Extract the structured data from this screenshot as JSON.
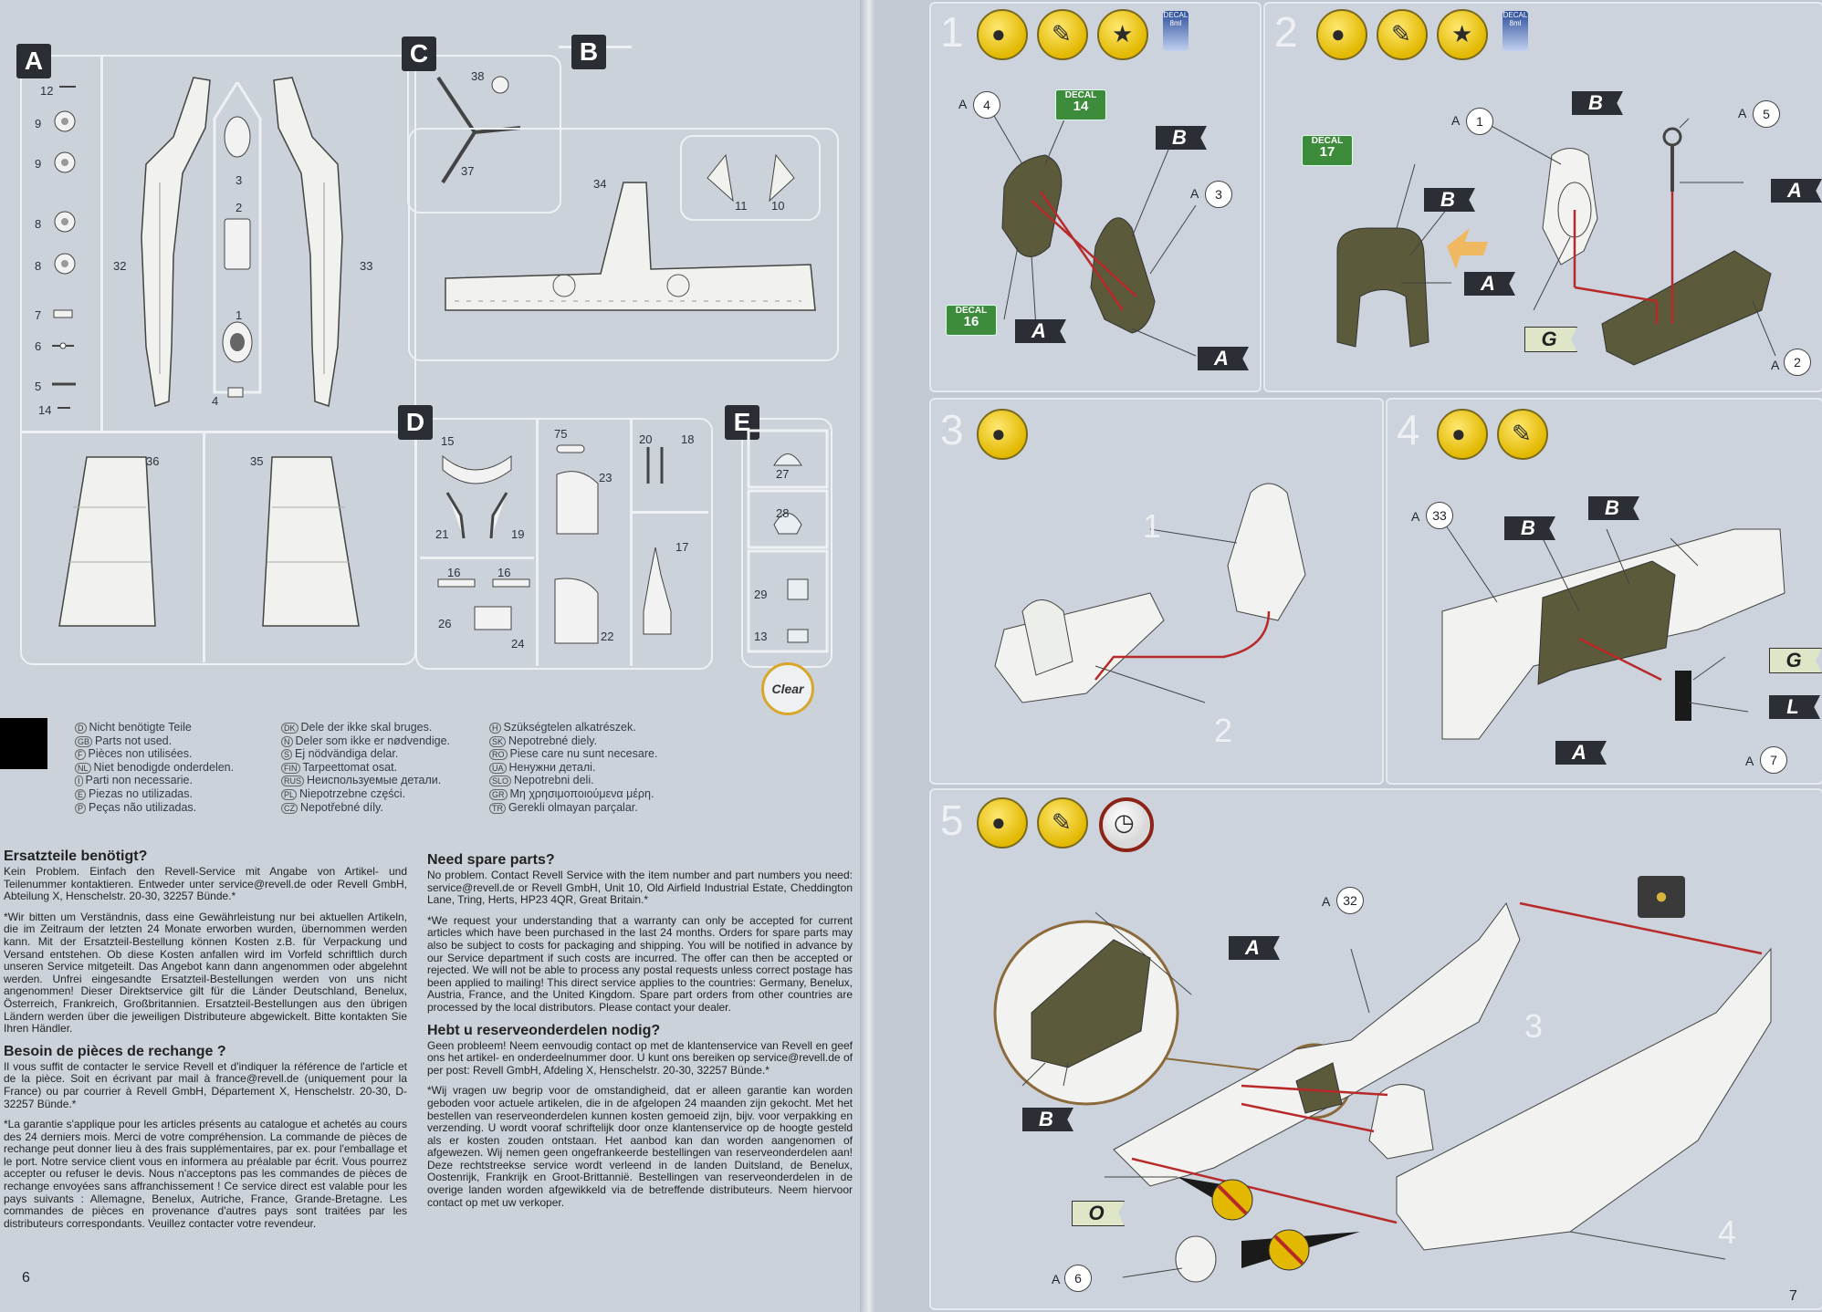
{
  "sprues": {
    "a": {
      "label": "A",
      "parts": [
        "12",
        "9",
        "9",
        "8",
        "8",
        "7",
        "6",
        "5",
        "14",
        "32",
        "3",
        "2",
        "1",
        "4",
        "33",
        "36",
        "35"
      ]
    },
    "b": {
      "label": "B",
      "parts": [
        "34",
        "11",
        "10"
      ]
    },
    "c": {
      "label": "C",
      "parts": [
        "38",
        "37"
      ]
    },
    "d": {
      "label": "D",
      "parts": [
        "15",
        "75",
        "23",
        "21",
        "19",
        "20",
        "18",
        "17",
        "16",
        "16",
        "26",
        "24",
        "22"
      ]
    },
    "e": {
      "label": "E",
      "parts": [
        "27",
        "28",
        "29",
        "13"
      ],
      "clear_badge": "Clear"
    }
  },
  "legend": {
    "col1": [
      {
        "code": "D",
        "text": "Nicht benötigte Teile"
      },
      {
        "code": "GB",
        "text": "Parts not used."
      },
      {
        "code": "F",
        "text": "Pièces non utilisées."
      },
      {
        "code": "NL",
        "text": "Niet benodigde onderdelen."
      },
      {
        "code": "I",
        "text": "Parti non necessarie."
      },
      {
        "code": "E",
        "text": "Piezas no utilizadas."
      },
      {
        "code": "P",
        "text": "Peças não utilizadas."
      }
    ],
    "col2": [
      {
        "code": "DK",
        "text": "Dele der ikke skal bruges."
      },
      {
        "code": "N",
        "text": "Deler som ikke er nødvendige."
      },
      {
        "code": "S",
        "text": "Ej nödvändiga delar."
      },
      {
        "code": "FIN",
        "text": "Tarpeettomat osat."
      },
      {
        "code": "RUS",
        "text": "Неиспользуемые детали."
      },
      {
        "code": "PL",
        "text": "Niepotrzebne części."
      },
      {
        "code": "CZ",
        "text": "Nepotřebné díly."
      }
    ],
    "col3": [
      {
        "code": "H",
        "text": "Szükségtelen alkatrészek."
      },
      {
        "code": "SK",
        "text": "Nepotrebné diely."
      },
      {
        "code": "RO",
        "text": "Piese care nu sunt necesare."
      },
      {
        "code": "UA",
        "text": "Ненужни деталі."
      },
      {
        "code": "SLO",
        "text": "Nepotrebni deli."
      },
      {
        "code": "GR",
        "text": "Μη χρησιμοποιούμενα μέρη."
      },
      {
        "code": "TR",
        "text": "Gerekli olmayan parçalar."
      }
    ]
  },
  "service": {
    "de": {
      "title": "Ersatzteile benötigt?",
      "p1": "Kein Problem. Einfach den Revell-Service mit Angabe von Artikel- und Teilenummer kontaktieren. Entweder unter service@revell.de oder Revell GmbH, Abteilung X, Henschelstr. 20-30, 32257 Bünde.*",
      "p2": "*Wir bitten um Verständnis, dass eine Gewährleistung nur bei aktuellen Artikeln, die im Zeitraum der letzten 24 Monate erworben wurden, übernommen werden kann. Mit der Ersatzteil-Bestellung können Kosten z.B. für Verpackung und Versand entstehen. Ob diese Kosten anfallen wird im Vorfeld schriftlich durch unseren Service mitgeteilt. Das Angebot kann dann angenommen oder abgelehnt werden. Unfrei eingesandte Ersatzteil-Bestellungen werden von uns nicht angenommen! Dieser Direktservice gilt für die Länder Deutschland, Benelux, Österreich, Frankreich, Großbritannien. Ersatzteil-Bestellungen aus den übrigen Ländern werden über die jeweiligen Distributeure abgewickelt. Bitte kontakten Sie Ihren Händler."
    },
    "fr": {
      "title": "Besoin de pièces de rechange ?",
      "p1": "Il vous suffit de contacter le service Revell et d'indiquer la référence de l'article et de la pièce. Soit en écrivant par mail à france@revell.de (uniquement pour la France) ou par courrier à Revell GmbH, Département X, Henschelstr. 20-30, D-32257 Bünde.*",
      "p2": "*La garantie s'applique pour les articles présents au catalogue et achetés au cours des 24 derniers mois. Merci de votre compréhension. La commande de pièces de rechange peut donner lieu à des frais supplémentaires, par ex. pour l'emballage et le port. Notre service client vous en informera au préalable par écrit. Vous pourrez accepter ou refuser le devis. Nous n'acceptons pas les commandes de pièces de rechange envoyées sans affranchissement ! Ce service direct est valable pour les pays suivants : Allemagne, Benelux, Autriche, France, Grande-Bretagne. Les commandes de pièces en provenance d'autres pays sont traitées par les distributeurs correspondants. Veuillez contacter votre revendeur."
    },
    "en": {
      "title": "Need spare parts?",
      "p1": "No problem. Contact Revell Service with the item number and part numbers you need: service@revell.de or Revell GmbH, Unit 10, Old Airfield Industrial Estate, Cheddington Lane, Tring, Herts, HP23 4QR, Great Britain.*",
      "p2": "*We request your understanding that a warranty can only be accepted for current articles which have been purchased in the last 24 months. Orders for spare parts may also be subject to costs for packaging and shipping. You will be notified in advance by our Service department if such costs are incurred. The offer can then be accepted or rejected. We will not be able to process any postal requests unless correct postage has been applied to mailing! This direct service applies to the countries: Germany, Benelux, Austria, France, and the United Kingdom. Spare part orders from other countries are processed by the local distributors. Please contact your dealer."
    },
    "nl": {
      "title": "Hebt u reserveonderdelen nodig?",
      "p1": "Geen probleem! Neem eenvoudig contact op met de klantenservice van Revell en geef ons het artikel- en onderdeelnummer door. U kunt ons bereiken op service@revell.de of per post: Revell GmbH, Afdeling X, Henschelstr. 20-30, 32257 Bünde.*",
      "p2": "*Wij vragen uw begrip voor de omstandigheid, dat er alleen garantie kan worden geboden voor actuele artikelen, die in de afgelopen 24 maanden zijn gekocht. Met het bestellen van reserveonderdelen kunnen kosten gemoeid zijn, bijv. voor verpakking en verzending. U wordt vooraf schriftelijk door onze klantenservice op de hoogte gesteld als er kosten zouden ontstaan. Het aanbod kan dan worden aangenomen of afgewezen. Wij nemen geen ongefrankeerde bestellingen van reserveonderdelen aan! Deze rechtstreekse service wordt verleend in de landen Duitsland, de Benelux, Oostenrijk, Frankrijk en Groot-Brittannië. Bestellingen van reserveonderdelen in de overige landen worden afgewikkeld via de betreffende distributeurs. Neem hiervoor contact op met uw verkoper."
    }
  },
  "page_numbers": {
    "left": "6",
    "right": "7"
  },
  "steps": {
    "s1": {
      "number": "1",
      "decal_box": "DECAL 8ml",
      "callouts": [
        {
          "prefix": "A",
          "num": "4"
        },
        {
          "prefix": "A",
          "num": "3"
        }
      ],
      "flags": [
        "B",
        "A",
        "A"
      ],
      "decals": [
        {
          "label": "DECAL",
          "num": "14"
        },
        {
          "label": "DECAL",
          "num": "16"
        }
      ]
    },
    "s2": {
      "number": "2",
      "decal_box": "DECAL 8ml",
      "callouts": [
        {
          "prefix": "A",
          "num": "1"
        },
        {
          "prefix": "A",
          "num": "5"
        },
        {
          "prefix": "A",
          "num": "2"
        }
      ],
      "flags": [
        "B",
        "B",
        "A",
        "A",
        "G"
      ],
      "decals": [
        {
          "label": "DECAL",
          "num": "17"
        }
      ]
    },
    "s3": {
      "number": "3",
      "labels": [
        "1",
        "2"
      ]
    },
    "s4": {
      "number": "4",
      "callouts": [
        {
          "prefix": "A",
          "num": "33"
        },
        {
          "prefix": "A",
          "num": "7"
        }
      ],
      "flags": [
        "B",
        "B",
        "G",
        "L",
        "A"
      ]
    },
    "s5": {
      "number": "5",
      "callouts": [
        {
          "prefix": "A",
          "num": "32"
        },
        {
          "prefix": "A",
          "num": "6"
        }
      ],
      "flags": [
        "A",
        "B",
        "O"
      ],
      "labels": [
        "3",
        "4"
      ]
    }
  },
  "colors": {
    "accent_red": "#b8292a",
    "panel": "#ccd3dc",
    "dark_flag": "#2b2e34",
    "paint_yellow": "#e2b800",
    "cockpit_green": "#5b5a3a"
  }
}
